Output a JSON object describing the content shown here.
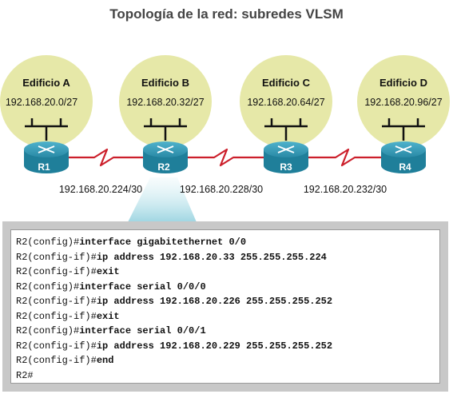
{
  "title": "Topología de la red: subredes VLSM",
  "buildings": [
    {
      "name": "Edificio A",
      "network": "192.168.20.0/27"
    },
    {
      "name": "Edificio B",
      "network": "192.168.20.32/27"
    },
    {
      "name": "Edificio C",
      "network": "192.168.20.64/27"
    },
    {
      "name": "Edificio D",
      "network": "192.168.20.96/27"
    }
  ],
  "routers": [
    "R1",
    "R2",
    "R3",
    "R4"
  ],
  "links": [
    "192.168.20.224/30",
    "192.168.20.228/30",
    "192.168.20.232/30"
  ],
  "colors": {
    "building_circle": "#e6e8a8",
    "router_body": "#1f7f9a",
    "serial_link": "#cc1f2b",
    "console_frame": "#c8c8c8",
    "callout": "#b7e0e8"
  },
  "icons": [
    "router-icon",
    "switch-icon",
    "serial-link-icon"
  ],
  "console": {
    "lines": [
      {
        "prompt": "R2(config)#",
        "command": "interface gigabitethernet 0/0"
      },
      {
        "prompt": "R2(config-if)#",
        "command": "ip address 192.168.20.33 255.255.255.224"
      },
      {
        "prompt": "R2(config-if)#",
        "command": "exit"
      },
      {
        "prompt": "R2(config)#",
        "command": "interface serial 0/0/0"
      },
      {
        "prompt": "R2(config-if)#",
        "command": "ip address 192.168.20.226 255.255.255.252"
      },
      {
        "prompt": "R2(config-if)#",
        "command": "exit"
      },
      {
        "prompt": "R2(config)#",
        "command": "interface serial 0/0/1"
      },
      {
        "prompt": "R2(config-if)#",
        "command": "ip address 192.168.20.229 255.255.255.252"
      },
      {
        "prompt": "R2(config-if)#",
        "command": "end"
      },
      {
        "prompt": "R2#",
        "command": ""
      }
    ]
  }
}
